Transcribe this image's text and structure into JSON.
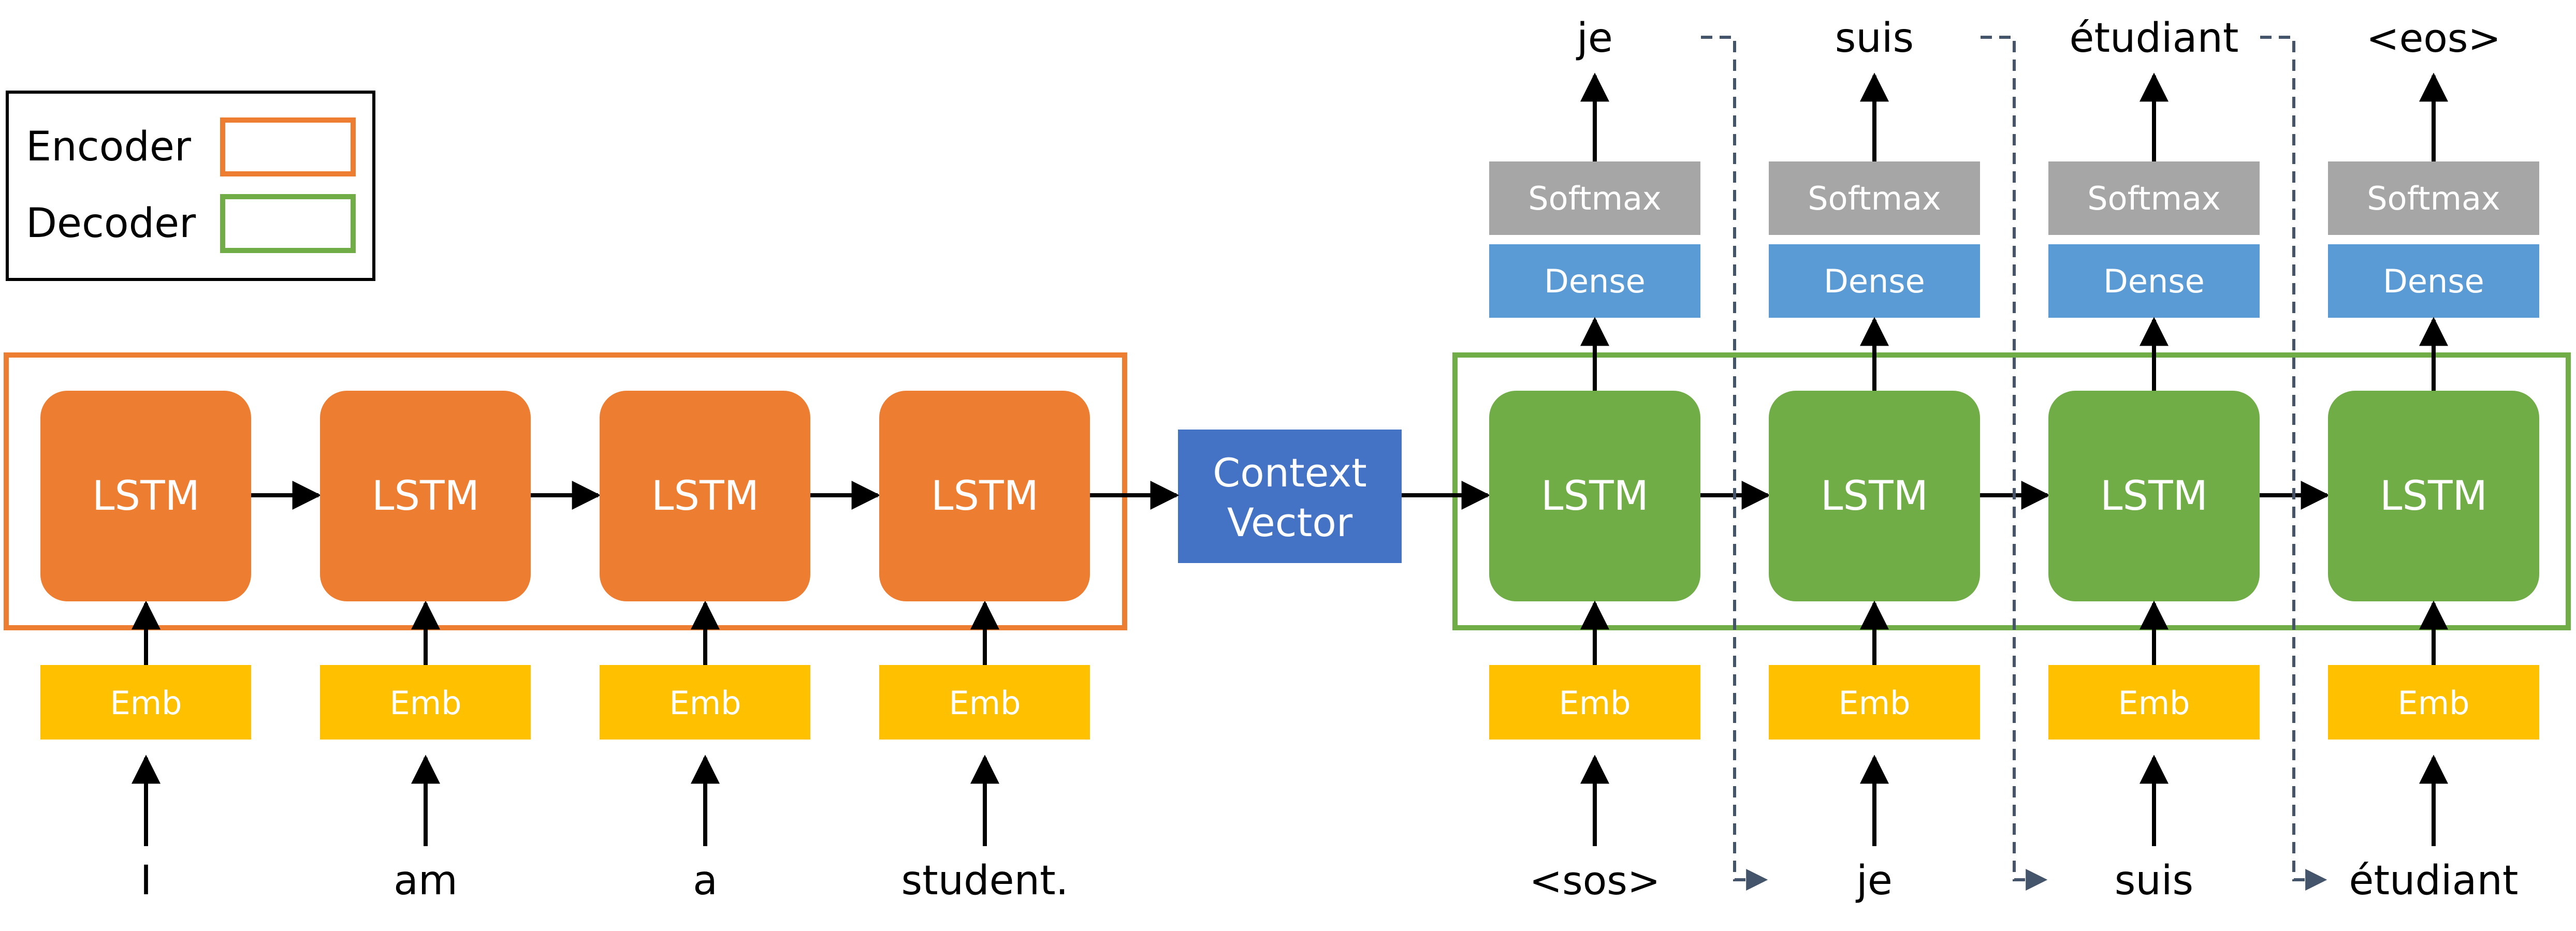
{
  "legend": {
    "encoder_label": "Encoder",
    "decoder_label": "Decoder"
  },
  "colors": {
    "encoder": "#ED7D31",
    "decoder": "#70AD47",
    "emb": "#FFC000",
    "context": "#4472C4",
    "dense": "#5B9BD5",
    "softmax": "#A6A6A6",
    "arrow": "#000000",
    "feedback": "#44546A"
  },
  "encoder": {
    "cells": [
      {
        "label": "LSTM",
        "emb_label": "Emb",
        "input": "I"
      },
      {
        "label": "LSTM",
        "emb_label": "Emb",
        "input": "am"
      },
      {
        "label": "LSTM",
        "emb_label": "Emb",
        "input": "a"
      },
      {
        "label": "LSTM",
        "emb_label": "Emb",
        "input": "student."
      }
    ]
  },
  "context": {
    "line1": "Context",
    "line2": "Vector"
  },
  "decoder": {
    "cells": [
      {
        "label": "LSTM",
        "emb_label": "Emb",
        "input": "<sos>",
        "dense_label": "Dense",
        "softmax_label": "Softmax",
        "output": "je"
      },
      {
        "label": "LSTM",
        "emb_label": "Emb",
        "input": "je",
        "dense_label": "Dense",
        "softmax_label": "Softmax",
        "output": "suis"
      },
      {
        "label": "LSTM",
        "emb_label": "Emb",
        "input": "suis",
        "dense_label": "Dense",
        "softmax_label": "Softmax",
        "output": "étudiant"
      },
      {
        "label": "LSTM",
        "emb_label": "Emb",
        "input": "étudiant",
        "dense_label": "Dense",
        "softmax_label": "Softmax",
        "output": "<eos>"
      }
    ]
  }
}
